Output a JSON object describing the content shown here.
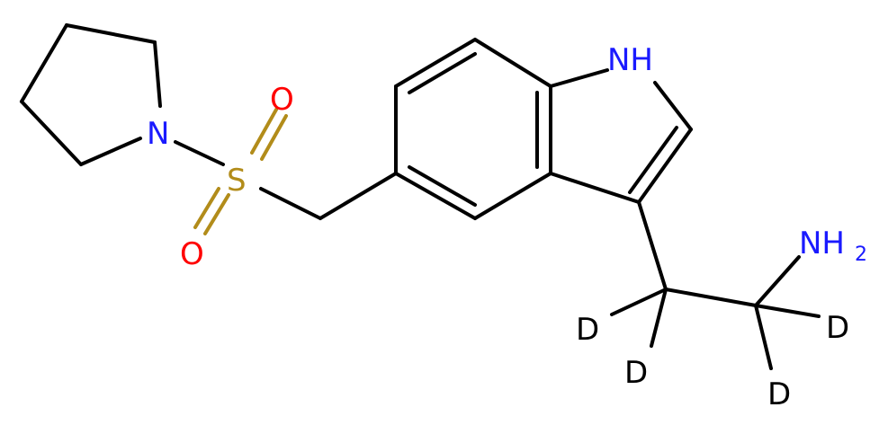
{
  "atoms": {
    "nh": "NH",
    "nh2_main": "NH",
    "nh2_sub": "2",
    "n_pyrrolidine": "N",
    "s": "S",
    "o_top": "O",
    "o_bottom": "O",
    "d1": "D",
    "d2": "D",
    "d3": "D",
    "d4": "D"
  },
  "colors": {
    "carbon_bond": "#000000",
    "nitrogen": "#1a1aff",
    "oxygen": "#ff0000",
    "sulfur": "#b28c1a",
    "deuterium": "#000000"
  }
}
